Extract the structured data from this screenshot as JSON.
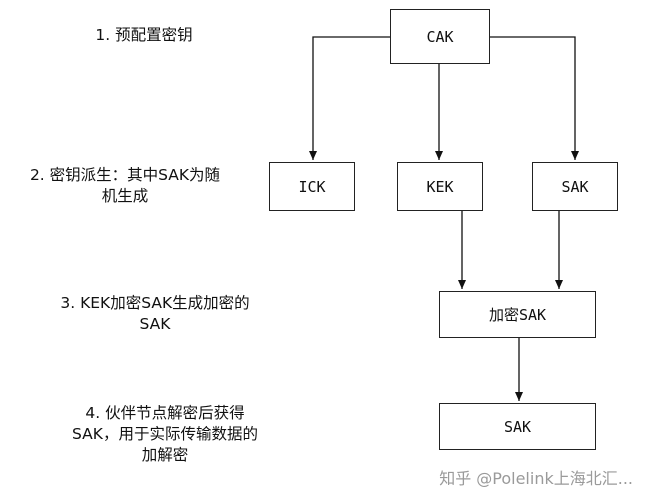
{
  "steps": {
    "s1": {
      "line1": "1. 预配置密钥"
    },
    "s2": {
      "line1": "2. 密钥派生：其中SAK为随",
      "line2": "机生成"
    },
    "s3": {
      "line1": "3. KEK加密SAK生成加密的",
      "line2": "SAK"
    },
    "s4": {
      "line1": "4. 伙伴节点解密后获得",
      "line2": "SAK，用于实际传输数据的",
      "line3": "加解密"
    }
  },
  "nodes": {
    "cak": "CAK",
    "ick": "ICK",
    "kek": "KEK",
    "sak": "SAK",
    "encrypted_sak": "加密SAK",
    "final_sak": "SAK"
  },
  "watermark": "知乎 @Polelink上海北汇..."
}
